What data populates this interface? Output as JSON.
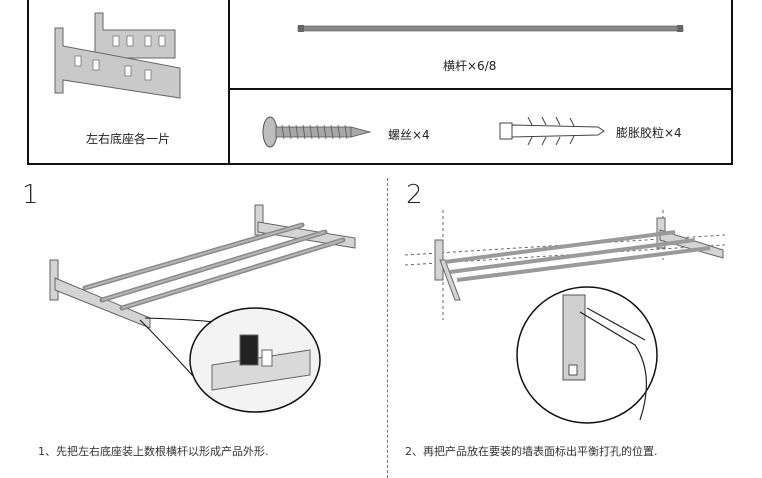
{
  "parts": {
    "brackets_label": "左右底座各一片",
    "rod_label": "横杆×6/8",
    "screw_label": "螺丝×4",
    "anchor_label": "膨胀胶粒×4"
  },
  "steps": [
    {
      "number": "1",
      "text": "1、先把左右底座装上数根横杆以形成产品外形."
    },
    {
      "number": "2",
      "text": "2、再把产品放在要装的墙表面标出平衡打孔的位置."
    }
  ]
}
